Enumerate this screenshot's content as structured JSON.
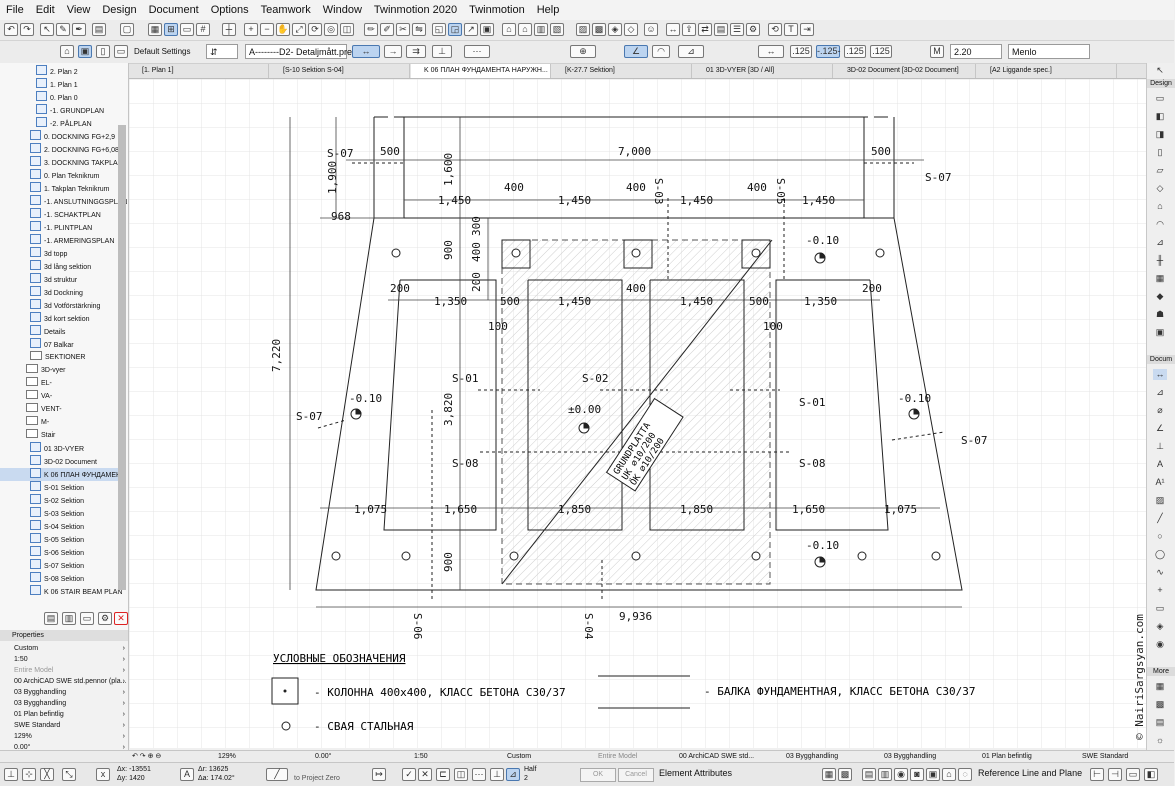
{
  "menu": [
    "File",
    "Edit",
    "View",
    "Design",
    "Document",
    "Options",
    "Teamwork",
    "Window",
    "Twinmotion 2020",
    "Twinmotion",
    "Help"
  ],
  "toolbar2": {
    "layer_combo": "Default Settings",
    "dim_combo": "A--------D2- Detaljmått.pres",
    "dim_values": [
      ".125",
      "-.125-",
      ".125",
      ".125"
    ],
    "height_value": "2.20",
    "font_value": "Menlo"
  },
  "tabs": [
    {
      "label": "[1. Plan 1]"
    },
    {
      "label": "[S-10 Sektion S-04]"
    },
    {
      "label": "K 06 ПЛАН ФУНДАМЕНТА НАРУЖН..."
    },
    {
      "label": "[K-27.7 Sektion]"
    },
    {
      "label": "01 3D-VYER [3D / All]"
    },
    {
      "label": "3D-02 Document [3D-02 Document]"
    },
    {
      "label": "[A2 Liggande spec.]"
    }
  ],
  "navigator": [
    {
      "label": "2. Plan 2",
      "indent": 36,
      "icon": "fi"
    },
    {
      "label": "1. Plan 1",
      "indent": 36,
      "icon": "fi"
    },
    {
      "label": "0. Plan 0",
      "indent": 36,
      "icon": "fi"
    },
    {
      "label": "-1. GRUNDPLAN",
      "indent": 36,
      "icon": "fi"
    },
    {
      "label": "-2. PÅLPLAN",
      "indent": 36,
      "icon": "fi"
    },
    {
      "label": "0. DOCKNING FG+2,9",
      "indent": 30,
      "icon": "fi"
    },
    {
      "label": "2. DOCKNING FG+6,08",
      "indent": 30,
      "icon": "fi"
    },
    {
      "label": "3. DOCKNING TAKPLAN",
      "indent": 30,
      "icon": "fi"
    },
    {
      "label": "0. Plan Teknikrum",
      "indent": 30,
      "icon": "fi"
    },
    {
      "label": "1. Takplan Teknikrum",
      "indent": 30,
      "icon": "fi"
    },
    {
      "label": "-1. ANSLUTNINGGSPLAN",
      "indent": 30,
      "icon": "fi"
    },
    {
      "label": "-1. SCHAKTPLAN",
      "indent": 30,
      "icon": "fi"
    },
    {
      "label": "-1. PLINTPLAN",
      "indent": 30,
      "icon": "fi"
    },
    {
      "label": "-1. ARMERINGSPLAN",
      "indent": 30,
      "icon": "fi"
    },
    {
      "label": "3d topp",
      "indent": 30,
      "icon": "fi"
    },
    {
      "label": "3d lång sektion",
      "indent": 30,
      "icon": "fi"
    },
    {
      "label": "3d struktur",
      "indent": 30,
      "icon": "fi"
    },
    {
      "label": "3d Dockning",
      "indent": 30,
      "icon": "fi"
    },
    {
      "label": "3d Votförstärkning",
      "indent": 30,
      "icon": "fi"
    },
    {
      "label": "3d kort sektion",
      "indent": 30,
      "icon": "fi"
    },
    {
      "label": "Details",
      "indent": 30,
      "icon": "fi"
    },
    {
      "label": "07 Balkar",
      "indent": 30,
      "icon": "fi"
    },
    {
      "label": "SEKTIONER",
      "indent": 30,
      "icon": "fo"
    },
    {
      "label": "3D-vyer",
      "indent": 26,
      "icon": "fo"
    },
    {
      "label": "EL-",
      "indent": 26,
      "icon": "fo"
    },
    {
      "label": "VA-",
      "indent": 26,
      "icon": "fo"
    },
    {
      "label": "VENT-",
      "indent": 26,
      "icon": "fo"
    },
    {
      "label": "M-",
      "indent": 26,
      "icon": "fo"
    },
    {
      "label": "Stair",
      "indent": 26,
      "icon": "fo"
    },
    {
      "label": "01 3D-VYER",
      "indent": 30,
      "icon": "fi"
    },
    {
      "label": "3D-02 Document",
      "indent": 30,
      "icon": "fi"
    },
    {
      "label": "K 06 ПЛАН ФУНДАМЕНТ",
      "indent": 30,
      "icon": "fi",
      "selected": true
    },
    {
      "label": "S-01 Sektion",
      "indent": 30,
      "icon": "fi"
    },
    {
      "label": "S-02 Sektion",
      "indent": 30,
      "icon": "fi"
    },
    {
      "label": "S-03 Sektion",
      "indent": 30,
      "icon": "fi"
    },
    {
      "label": "S-04 Sektion",
      "indent": 30,
      "icon": "fi"
    },
    {
      "label": "S-05 Sektion",
      "indent": 30,
      "icon": "fi"
    },
    {
      "label": "S-06 Sektion",
      "indent": 30,
      "icon": "fi"
    },
    {
      "label": "S-07 Sektion",
      "indent": 30,
      "icon": "fi"
    },
    {
      "label": "S-08 Sektion",
      "indent": 30,
      "icon": "fi"
    },
    {
      "label": "K 06 STAIR BEAM PLAN",
      "indent": 30,
      "icon": "fi"
    }
  ],
  "properties": {
    "title": "Properties",
    "rows": [
      "Custom",
      "1:50",
      "Entire Model",
      "00 ArchiCAD SWE std.pennor (pla...",
      "03 Bygghandling",
      "03 Bygghandling",
      "01 Plan befintlig",
      "SWE Standard",
      "129%",
      "0.00°"
    ]
  },
  "right_panel": {
    "design": "Design",
    "docum": "Docum",
    "more": "More"
  },
  "drawing": {
    "dims_top": [
      "500",
      "7,000",
      "500"
    ],
    "dims_row2": [
      "400",
      "400",
      "400"
    ],
    "dims_row3": [
      "1,450",
      "1,450",
      "1,450",
      "1,450"
    ],
    "dims_row4": [
      "200",
      "1,350",
      "500",
      "1,450",
      "400",
      "1,450",
      "500",
      "1,350",
      "200"
    ],
    "dims_row5": [
      "1,075",
      "1,650",
      "1,850",
      "1,850",
      "1,650",
      "1,075"
    ],
    "dim_bottom": "9,936",
    "v_dims": {
      "a": "1,900",
      "b": "1,600",
      "c": "968",
      "d": "900",
      "e": "400",
      "f": "200",
      "g": "300",
      "h": "7,220",
      "i": "3,820",
      "j": "900",
      "k": "100",
      "l": "100"
    },
    "sections": {
      "s07": "S-07",
      "s03": "S-03",
      "s05": "S-05",
      "s01": "S-01",
      "s02": "S-02",
      "s08": "S-08",
      "s06": "S-06",
      "s04": "S-04"
    },
    "levels": {
      "l1": "-0.10",
      "l2": "-0.10",
      "l3": "-0.10",
      "l4": "-0.10",
      "l0": "±0.00"
    },
    "slab_label": [
      "GRUNDPLATTA",
      "UK ⌀10/200",
      "ÖK ⌀10/200"
    ],
    "legend": {
      "title": "УСЛОВНЫЕ ОБОЗНАЧЕНИЯ",
      "column": "- КОЛОННА 400x400, КЛАСС БЕТОНА С30/37",
      "pile": "- СВАЯ СТАЛЬНАЯ",
      "beam": "- БАЛКА ФУНДАМЕНТНАЯ, КЛАСС БЕТОНА С30/37"
    },
    "watermark": "© NairiSargsyan.com"
  },
  "status": {
    "zoom": "129%",
    "angle": "0.00°",
    "scale": "1:50",
    "custom": "Custom",
    "entire_model": "Entire Model",
    "pens": "00 ArchiCAD SWE std...",
    "layer1": "03 Bygghandling",
    "layer2": "03 Bygghandling",
    "plan": "01 Plan befintlig",
    "standard": "SWE Standard"
  },
  "bottom": {
    "dx": "Δx: -13551",
    "dy": "Δy: 1420",
    "ar": "Δr: 13625",
    "aa": "Δa: 174.02°",
    "proj": "to Project Zero",
    "half": "Half",
    "two": "2",
    "ok": "OK",
    "cancel": "Cancel",
    "elem_attr": "Element Attributes",
    "ref_line": "Reference Line and Plane"
  },
  "colors": {
    "accent": "#4a78b0",
    "selected": "#c9daf0"
  }
}
